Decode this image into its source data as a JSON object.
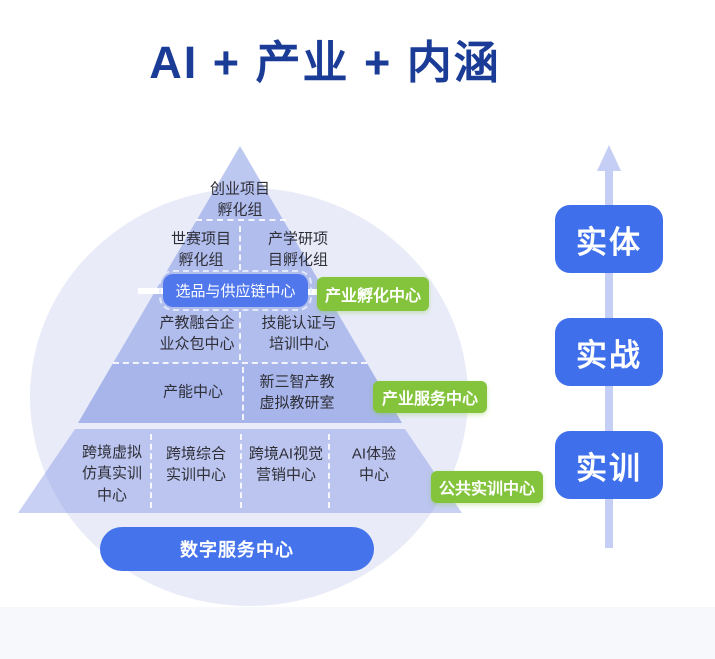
{
  "title": "AI + 产业 + 内涵",
  "colors": {
    "title_blue": "#1A3C96",
    "primary_blue": "#4070EC",
    "supply_pill_blue": "#5078EC",
    "green": "#84C43D",
    "pyramid_fill": "#B7C3EE",
    "circle_fill": "#E9ECF8",
    "arrow_fill": "#C5CEF4"
  },
  "pyramid": {
    "apex": "创业项目\n孵化组",
    "level2": {
      "left": "世赛项目\n孵化组",
      "right": "产学研项\n目孵化组"
    },
    "supply_chain_pill": "选品与供应链中心",
    "level3": {
      "left": "产教融合企\n业众包中心",
      "right": "技能认证与\n培训中心"
    },
    "level4": {
      "left": "产能中心",
      "right": "新三智产教\n虚拟教研室"
    },
    "level5": {
      "col1": "跨境虚拟\n仿真实训\n中心",
      "col2": "跨境综合\n实训中心",
      "col3": "跨境AI视觉\n营销中心",
      "col4": "AI体验\n中心"
    },
    "base_pill": "数字服务中心"
  },
  "green_labels": {
    "incubation": "产业孵化中心",
    "service": "产业服务中心",
    "training": "公共实训中心"
  },
  "stages": {
    "top": "实体",
    "middle": "实战",
    "bottom": "实训"
  }
}
